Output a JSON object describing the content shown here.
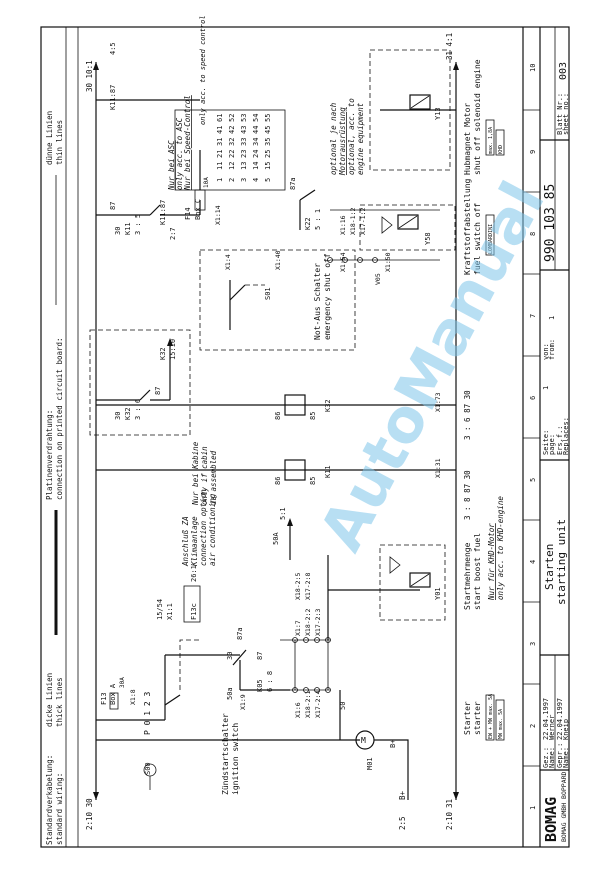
{
  "header": {
    "standard_wiring": "Standardverkabelung:",
    "standard_wiring_en": "standard wiring:",
    "thick_lines": "dicke Linien",
    "thick_lines_en": "thick lines",
    "pcb_wiring": "Platinenverdrahtung:",
    "pcb_wiring_en": "connection on printed circuit board:",
    "thin_lines": "dünne Linien",
    "thin_lines_en": "thin lines"
  },
  "rails": {
    "top_left": "2:10 30",
    "top_right": "30 10:1",
    "bottom_left": "2:10",
    "bottom_left_b": "31",
    "bottom_right": "31 4:1",
    "bplus_left": "2:5",
    "bplus_label": "B+"
  },
  "components": {
    "S00": "S00",
    "S00_positions": "P 0 1 2 3",
    "ignition": "Zündstartschalter",
    "ignition_en": "ignition switch",
    "F13": "F13",
    "F13_box": "Box A",
    "F13_rating": "30A",
    "X1_8": "X1:8",
    "F13c": "F13c",
    "F13c_term": "26:1",
    "anschluss": "Anschluß ZA",
    "klimaanlage": "Klimaanlage",
    "connection_option": "connection option",
    "air_conditioning": "air conditioning",
    "t15_54": "15/54",
    "X1_1": "X1:1",
    "t50a": "50a",
    "t30": "30",
    "t87a": "87a",
    "t87": "87",
    "K05": "K05",
    "K05_ref": "6 : 8",
    "X1_9": "X1:9",
    "t50": "50",
    "M01": "M01",
    "M": "M",
    "bplus": "B+",
    "starter": "Starter",
    "starter_en": "starter",
    "starter_box1": "EW + MW max. 5A",
    "starter_box2": "MW max. 5A",
    "x1_7": "X1:7",
    "x18_2": "X18-2:2",
    "x17_2": "X17-2:3",
    "x18_5": "X18-2:5",
    "x17_8": "X17-2:8",
    "x1_6": "X1:6",
    "x18_1": "X18-2:1",
    "x17_4": "X17-2:4",
    "t50A": "50A",
    "t5_1": "5:1",
    "Y01": "Y01",
    "startmehr": "Startmehrmenge",
    "start_boost": "start boost fuel",
    "nur_khd": "Nur für KHD-Motor",
    "only_khd": "only acc. to KHD-engine",
    "K11_relay": "K11",
    "K11_ref": "3 : 8 87 30",
    "X1_31": "X1:31",
    "K32_relay": "K32",
    "K32_ref": "3 : 6 87 30",
    "X1_73": "X1:73",
    "t86": "86",
    "t85": "85",
    "nur_kabine": "Nur bei Kabine",
    "only_cabin": "only if cabin",
    "is_assembled": "is assembled",
    "K32_contact": "K32",
    "K32_contact_ref": "3 : 6",
    "K32_out": "15:10",
    "notaus": "Not-Aus Schalter",
    "emergency": "emergency shut off",
    "S01": "S01",
    "X1_4": "X1:4",
    "X1_40": "X1:40",
    "K22": "K22",
    "K22_ref": "5 : 1",
    "K11_contact": "K11",
    "K11_contact_ref": "3 : 5",
    "K11_87": "K11:87",
    "K11_87_b": "K11:87",
    "t2_7": "2:7",
    "F14": "F14",
    "F14_box": "Box C",
    "F14_rating": "10A",
    "X1_14": "X1:14",
    "X1_54": "X1:54",
    "X1_50": "X1:50",
    "V05": "V05",
    "X18_1": "X18-1:2",
    "X17_1": "X17-1:2",
    "X1_16": "X1:16",
    "Y58": "Y58",
    "kraftstoff": "Kraftstoffabstellung",
    "fuel_off": "fuel switch off",
    "lombardini": "LOMBARDINI",
    "Y13": "Y13",
    "hubmagnet": "Hubmagnet Motor",
    "shut_off": "shut off solenoid engine",
    "max18": "max. 1,8A",
    "khd": "KHD",
    "optional_de": "optional je nach",
    "motorausruestung": "Motorausrüstung",
    "optional_en": "optional, acc. to",
    "engine_eq": "engine equipment",
    "nur_asc": "Nur bei ASC",
    "only_asc": "only acc. to ASC",
    "nur_speed": "Nur bei Speed-Control",
    "only_speed": "only acc. to speed control",
    "K11_term": "4:5"
  },
  "pin_table": [
    [
      "1",
      "11",
      "21",
      "31",
      "41",
      "61"
    ],
    [
      "2",
      "12",
      "22",
      "32",
      "42",
      "52"
    ],
    [
      "3",
      "13",
      "23",
      "33",
      "43",
      "53"
    ],
    [
      "4",
      "14",
      "24",
      "34",
      "44",
      "54"
    ],
    [
      "5",
      "15",
      "25",
      "35",
      "45",
      "55"
    ]
  ],
  "grid_numbers": [
    "1",
    "2",
    "3",
    "4",
    "5",
    "6",
    "7",
    "8",
    "9",
    "10"
  ],
  "title_block": {
    "logo": "BOMAG",
    "company": "BOMAG GMBH BOPPARD",
    "gez": "Gez.:",
    "gez_date": "22.04.1997",
    "name1_label": "Name:",
    "name1": "Werner",
    "gepr": "Gepr.:",
    "gepr_date": "22.04.1997",
    "name2_label": "Name:",
    "name2": "Kneip",
    "title_de": "Starten",
    "title_en": "starting unit",
    "seite": "Seite:",
    "page": "page:",
    "page_no": "1",
    "von": "von:",
    "from": "from:",
    "from_no": "1",
    "ers": "Ers.f.:",
    "replaces": "Replaces:",
    "drawing_no": "990 103 85",
    "blatt": "Blatt Nr.:",
    "sheet": "sheet no.:",
    "sheet_no": "003"
  },
  "watermark": "AutoManual"
}
